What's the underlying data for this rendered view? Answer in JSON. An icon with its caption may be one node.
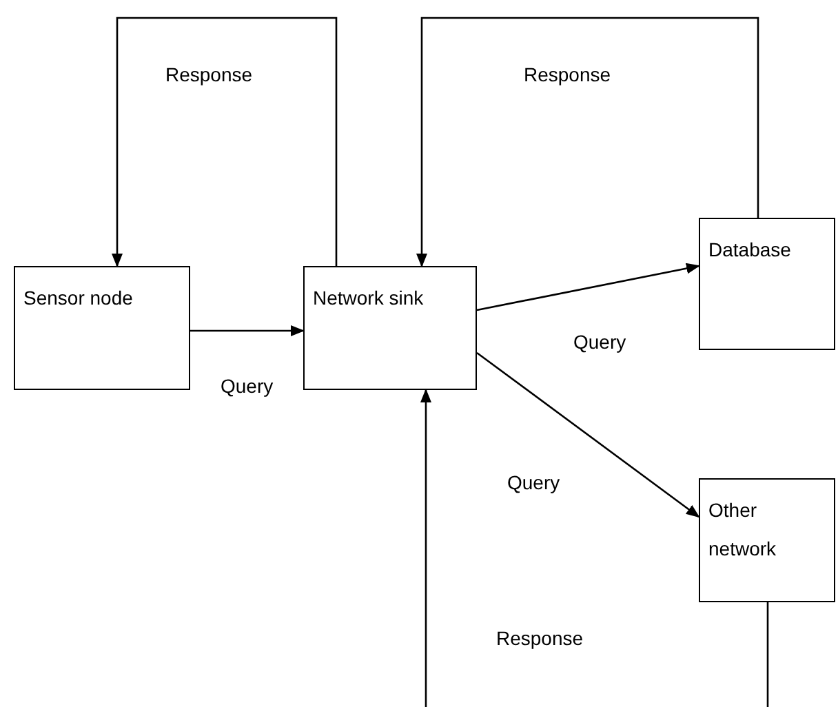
{
  "diagram": {
    "nodes": [
      {
        "text": [
          "Sensor node"
        ]
      },
      {
        "text": [
          "Network sink"
        ]
      },
      {
        "text": [
          "Database"
        ]
      },
      {
        "text": [
          "Other network"
        ]
      }
    ],
    "edges": [
      {
        "from": 0,
        "to": 1,
        "arrow": "to",
        "label": "Query"
      },
      {
        "from": 1,
        "to": 0,
        "arrow": "to",
        "label": "Response"
      },
      {
        "from": 2,
        "to": 1,
        "arrow": "to",
        "label": "Response"
      },
      {
        "from": 1,
        "to": 2,
        "arrow": "to",
        "label": "Query"
      },
      {
        "from": 1,
        "to": 3,
        "arrow": "to",
        "label": "Query"
      },
      {
        "from": 3,
        "to": 1,
        "arrow": "to",
        "label": "Response"
      }
    ]
  }
}
